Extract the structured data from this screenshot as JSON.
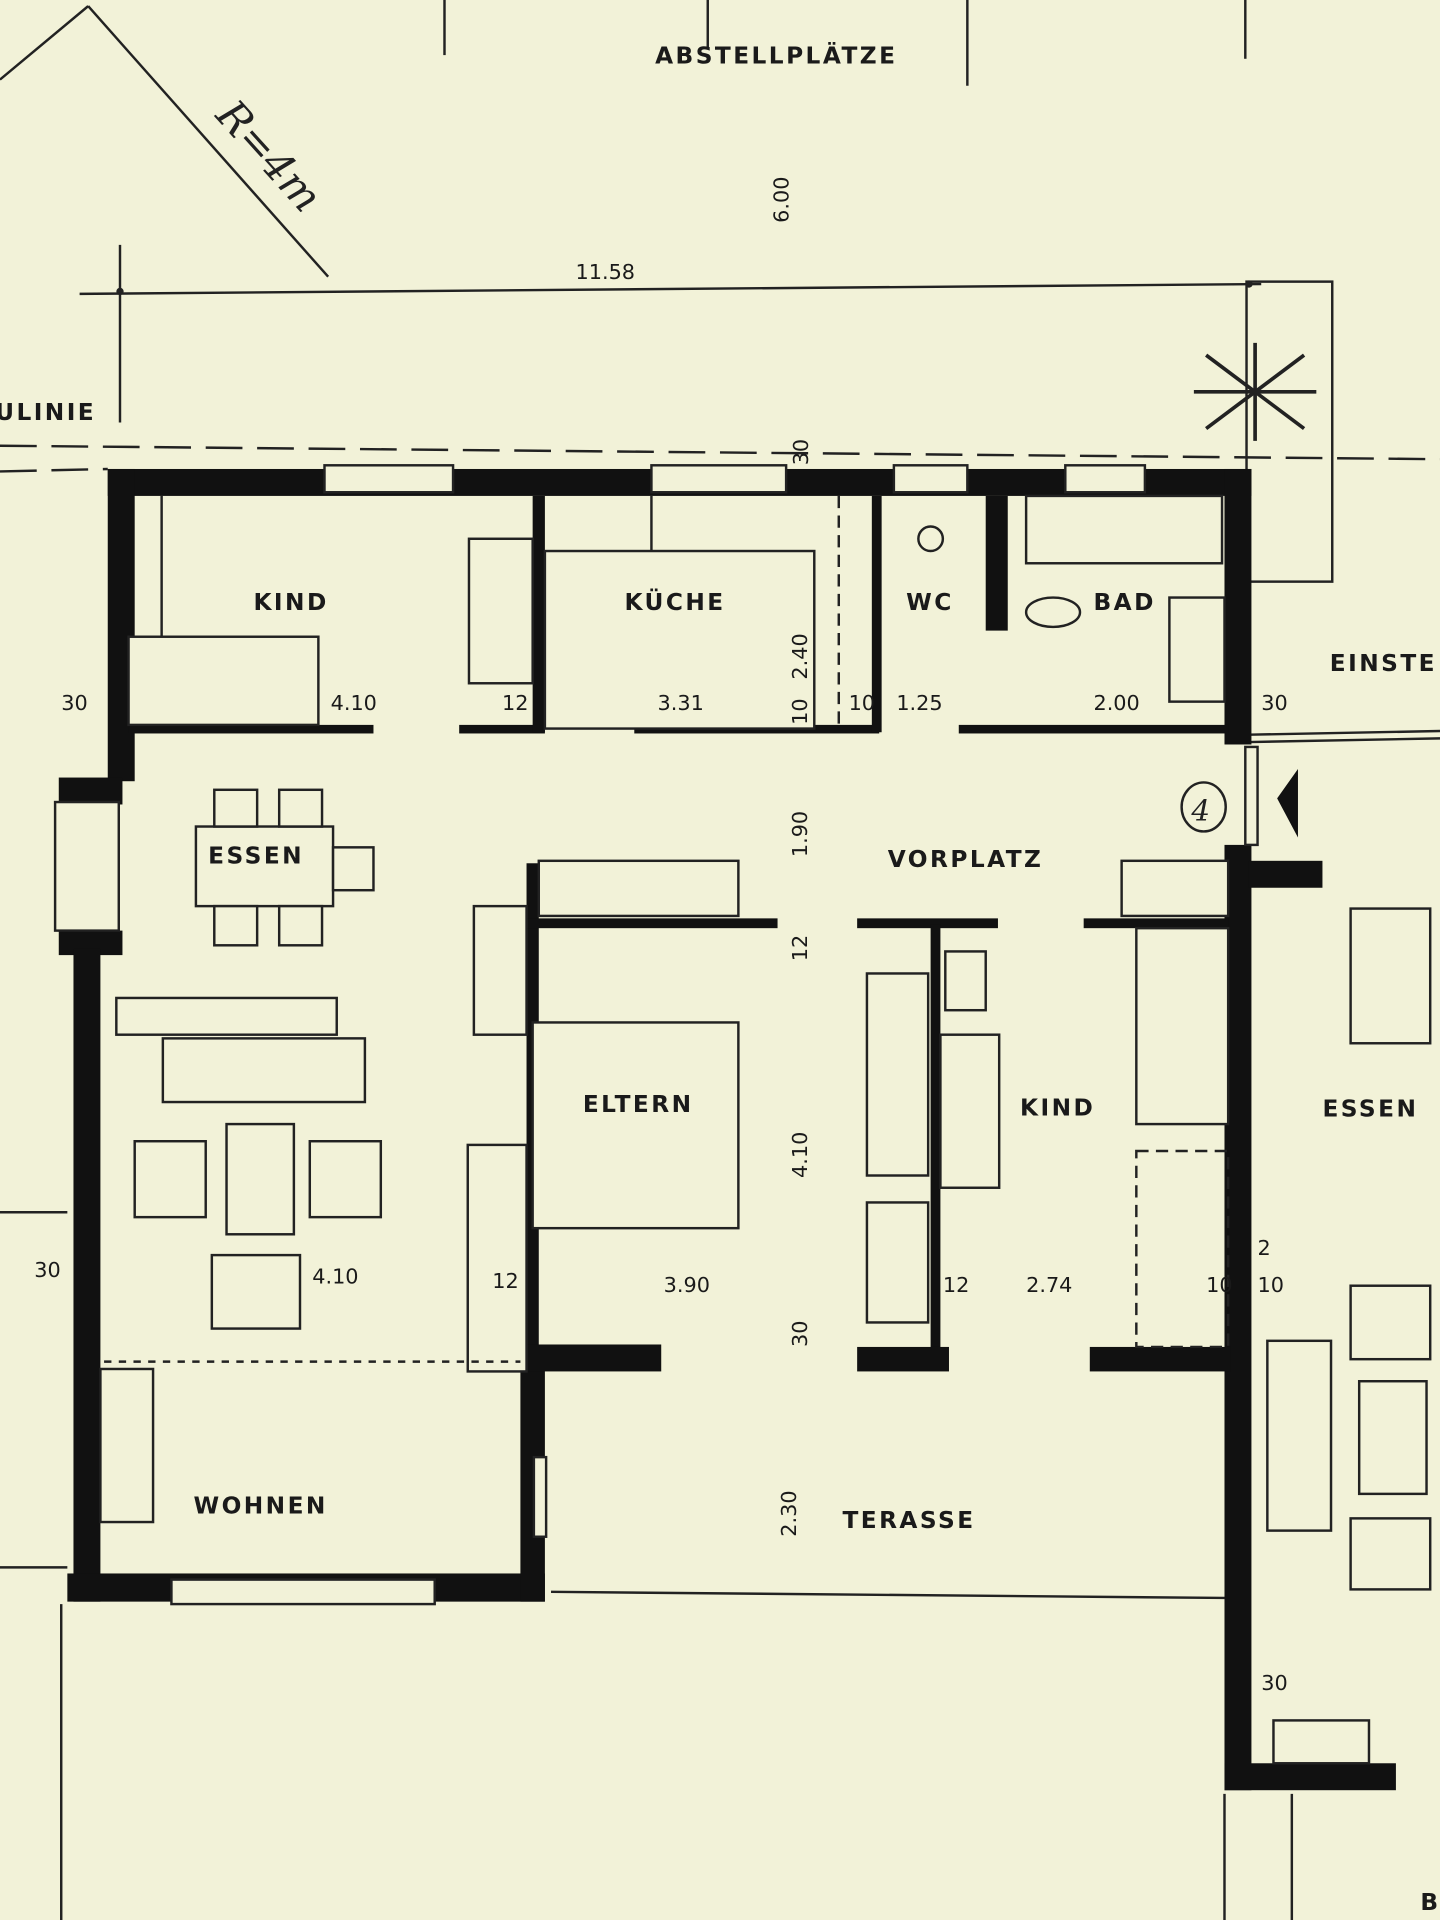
{
  "site": {
    "parking_label": "ABSTELLPLÄTZE",
    "parking_depth": "6.00",
    "total_width": "11.58",
    "building_line_label": "ULINIE",
    "radius_note": "R=4m",
    "entrance_label": "EINSTE",
    "neighbor_bottom_label": "BA",
    "unit_number": "4"
  },
  "rooms": {
    "kind_top": "KIND",
    "kueche": "KÜCHE",
    "wc": "WC",
    "bad": "BAD",
    "essen": "ESSEN",
    "vorplatz": "VORPLATZ",
    "eltern": "ELTERN",
    "kind_bottom": "KIND",
    "wohnen": "WOHNEN",
    "terasse": "TERASSE",
    "essen_neighbor": "ESSEN"
  },
  "dimensions": {
    "top_wall": "30",
    "left_wall_top": "30",
    "kind_width": "4.10",
    "wall_12_a": "12",
    "kueche_width": "3.31",
    "kueche_depth": "2.40",
    "wall_10_a": "10",
    "wall_10_b": "10",
    "wc_width": "1.25",
    "bad_width": "2.00",
    "right_wall_top": "30",
    "vorplatz_depth": "1.90",
    "wall_12_b": "12",
    "eltern_depth": "4.10",
    "left_wall_bottom": "30",
    "wohnen_width": "4.10",
    "wall_12_c": "12",
    "eltern_width": "3.90",
    "wall_30_bottom": "30",
    "wall_12_d": "12",
    "kind_bottom_width": "2.74",
    "wall_10_c": "10",
    "wall_10_d": "10",
    "wall_2": "2",
    "terasse_depth": "2.30",
    "right_wall_bottom": "30"
  },
  "colors": {
    "paper": "#f2f2d8",
    "ink": "#111111"
  }
}
